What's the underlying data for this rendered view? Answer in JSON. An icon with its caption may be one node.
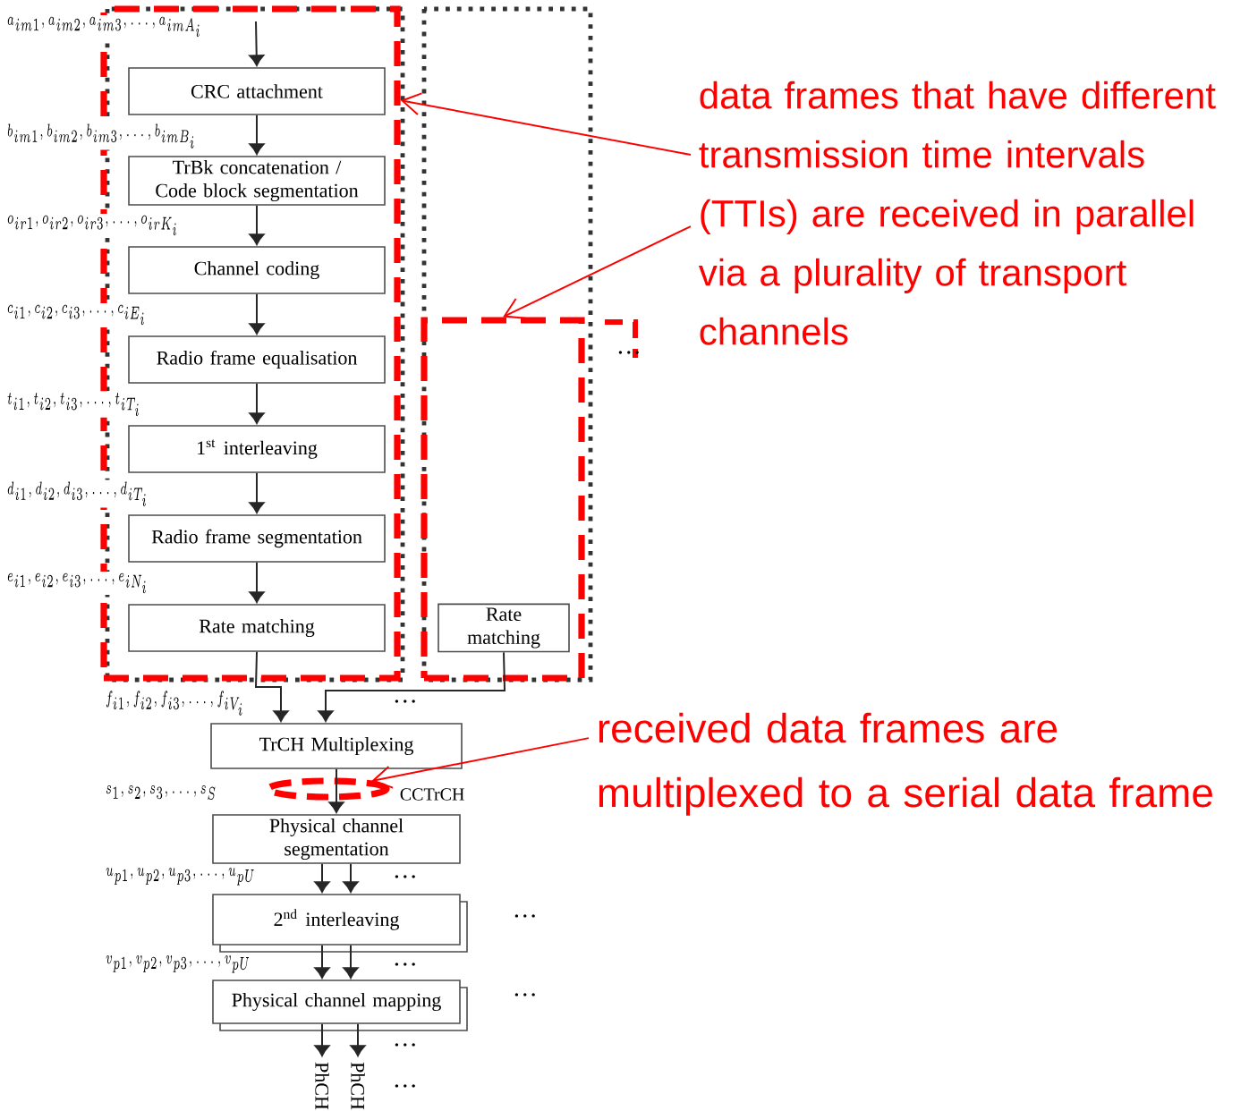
{
  "diagram": {
    "nodes": [
      {
        "text": [],
        "shape": "box"
      },
      {
        "text": [
          "CRC attachment"
        ],
        "in": 0
      },
      {
        "text": [
          "TrBk concatenation / Code block segmentation"
        ],
        "in": 0
      },
      {
        "text": [
          "Channel coding"
        ],
        "in": 0
      },
      {
        "text": [
          "Radio frame equalisation"
        ],
        "in": 0
      },
      {
        "text": [
          "1$^{st}$ interleaving"
        ],
        "in": 0
      },
      {
        "text": [
          "Radio frame segmentation"
        ],
        "in": 0
      },
      {
        "text": [
          "Rate matching"
        ],
        "in": 0
      },
      {
        "text": [],
        "shape": "box"
      },
      {
        "text": [
          "Rate matching"
        ],
        "in": 8
      },
      {
        "text": [
          "data frames that have different transmission time intervals (TTIs) are received in parallel via a plurality of transport channels"
        ]
      },
      {
        "text": [
          "TrCH Multiplexing"
        ]
      },
      {
        "text": [],
        "shape": "ellipse"
      },
      {
        "text": [
          "received data frames are multiplexed to a serial data frame"
        ]
      },
      {
        "text": [
          "Physical channel segmentation"
        ]
      },
      {
        "text": [
          "2$^{nd}$ interleaving"
        ]
      },
      {
        "text": [
          "Physical channel mapping"
        ]
      },
      {
        "text": [
          "PhCH"
        ]
      },
      {
        "text": [
          "PhCH"
        ]
      }
    ],
    "edges": [
      {
        "from": null,
        "to": 1,
        "arrow": "to"
      },
      {
        "from": 1,
        "to": 2,
        "arrow": "to"
      },
      {
        "from": 2,
        "to": 3,
        "arrow": "to"
      },
      {
        "from": 3,
        "to": 4,
        "arrow": "to"
      },
      {
        "from": 4,
        "to": 5,
        "arrow": "to"
      },
      {
        "from": 5,
        "to": 6,
        "arrow": "to"
      },
      {
        "from": 6,
        "to": 7,
        "arrow": "to"
      },
      {
        "from": 7,
        "to": 11,
        "arrow": "to"
      },
      {
        "from": 9,
        "to": 11,
        "arrow": "to"
      },
      {
        "from": 11,
        "to": 14,
        "arrow": "to"
      },
      {
        "from": 14,
        "to": 15,
        "arrow": "to"
      },
      {
        "from": 14,
        "to": 15,
        "arrow": "to"
      },
      {
        "from": 15,
        "to": 16,
        "arrow": "to"
      },
      {
        "from": 15,
        "to": 16,
        "arrow": "to"
      },
      {
        "from": 16,
        "to": 17,
        "arrow": "to"
      },
      {
        "from": 16,
        "to": 18,
        "arrow": "to"
      },
      {
        "from": 10,
        "to": 0,
        "arrow": "to",
        "color": "#ff0000"
      },
      {
        "from": 10,
        "to": 8,
        "arrow": "to",
        "color": "#ff0000"
      },
      {
        "from": 13,
        "to": 12,
        "arrow": "to",
        "color": "#ff0000"
      }
    ],
    "labels": [
      "a_{im1}, a_{im2}, a_{im3}, \\ldots, a_{imA_i}",
      "b_{im1}, b_{im2}, b_{im3}, \\ldots, b_{imB_i}",
      "o_{ir1}, o_{ir2}, o_{ir3}, \\ldots, o_{irK_i}",
      "c_{i1}, c_{i2}, c_{i3}, \\ldots, c_{iE_i}",
      "t_{i1}, t_{i2}, t_{i3}, \\ldots, t_{iT_i}",
      "d_{i1}, d_{i2}, d_{i3}, \\ldots, d_{iT_i}",
      "e_{i1}, e_{i2}, e_{i3}, \\ldots, e_{iN_i}",
      "…",
      "f_{i1}, f_{i2}, f_{i3}, \\ldots, f_{iV_i}",
      "…",
      "s_{1}, s_{2}, s_{3}, \\ldots, s_{S}",
      "CCTrCH",
      "u_{p1}, u_{p2}, u_{p3}, \\ldots, u_{pU}",
      "…",
      "…",
      "v_{p1}, v_{p2}, v_{p3}, \\ldots, v_{pU}",
      "…",
      "…",
      "…",
      "…"
    ]
  }
}
